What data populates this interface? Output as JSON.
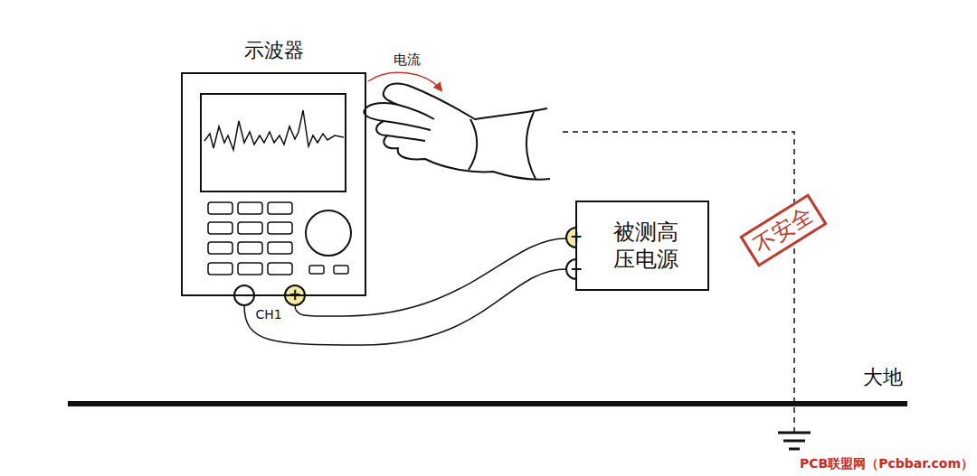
{
  "diagram": {
    "nodes": [
      {
        "text": [
          "示波器"
        ]
      },
      {
        "text": [
          "被测高压电源"
        ]
      },
      {
        "text": [
          "不安全"
        ]
      }
    ],
    "labels": [
      "电流",
      "CH1",
      "−",
      "+",
      "+",
      "−",
      "大地",
      "PCB联盟网（Pcbbar.com）"
    ]
  }
}
